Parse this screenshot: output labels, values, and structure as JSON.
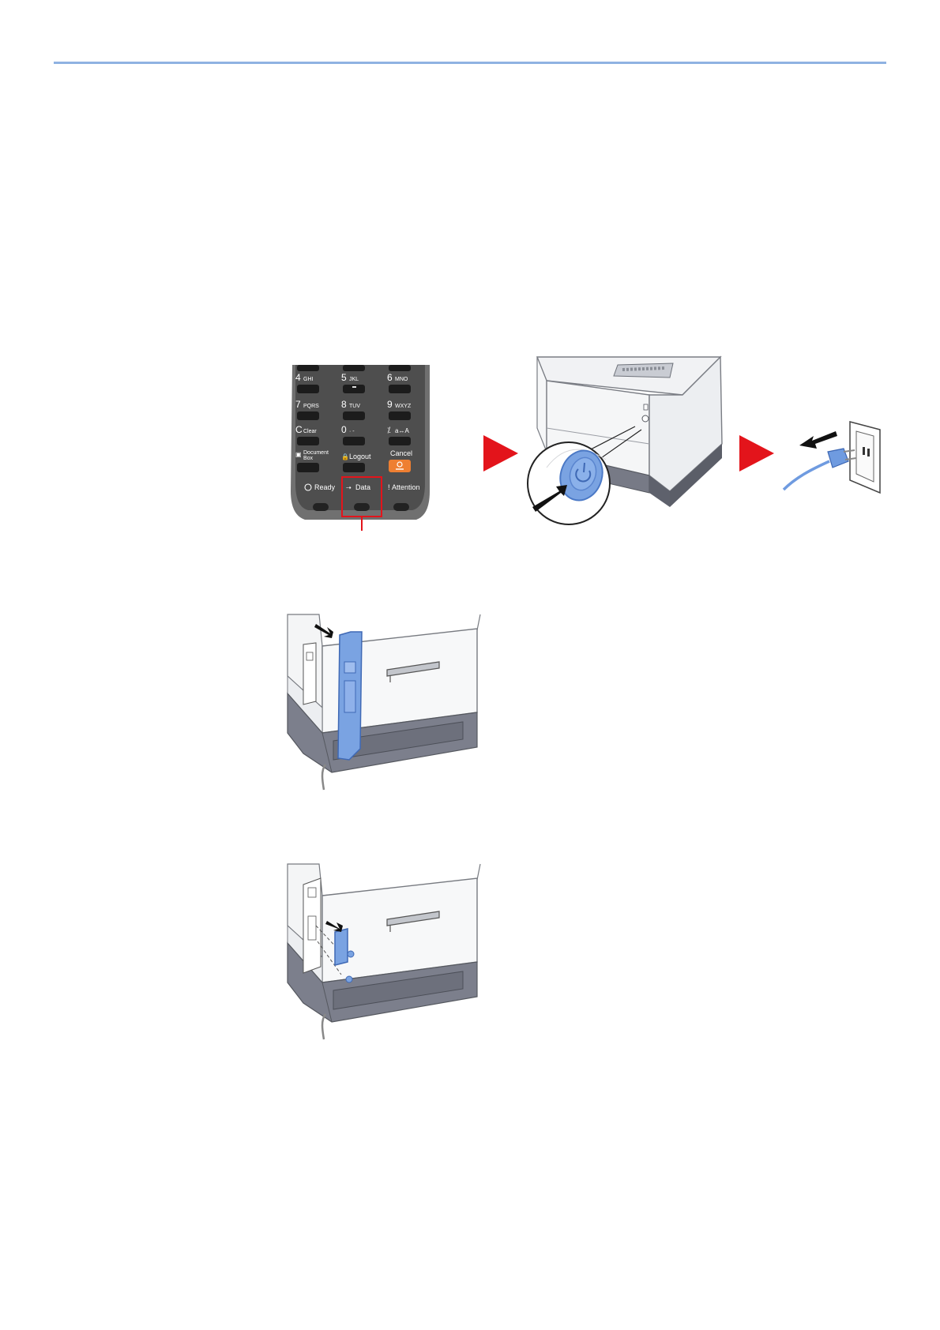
{
  "colors": {
    "rule": "#8fb2e2",
    "accent_blue": "#6b96d8",
    "arrow_red": "#e3141b",
    "panel_dark": "#4e4e4e",
    "panel_bezel": "#707070",
    "cancel_orange": "#ee7f32"
  },
  "panel": {
    "keys": {
      "k4": "4",
      "k4s": "GHI",
      "k5": "5",
      "k5s": "JKL",
      "k6": "6",
      "k6s": "MNO",
      "k7": "7",
      "k7s": "PQRS",
      "k8": "8",
      "k8s": "TUV",
      "k9": "9",
      "k9s": "WXYZ",
      "kc": "C",
      "kcs": "Clear",
      "k0": "0",
      "k0s": "· -",
      "kmode": "a↔A"
    },
    "document_box": "Document",
    "document_box_2": "Box",
    "logout": "Logout",
    "cancel": "Cancel",
    "ready": "Ready",
    "data": "Data",
    "attention": "Attention"
  },
  "icons": {
    "step_arrow_1": "red-triangle-arrow-icon",
    "step_arrow_2": "red-triangle-arrow-icon",
    "power_switch": "power-icon",
    "unplug": "unplug-arrow-icon"
  }
}
